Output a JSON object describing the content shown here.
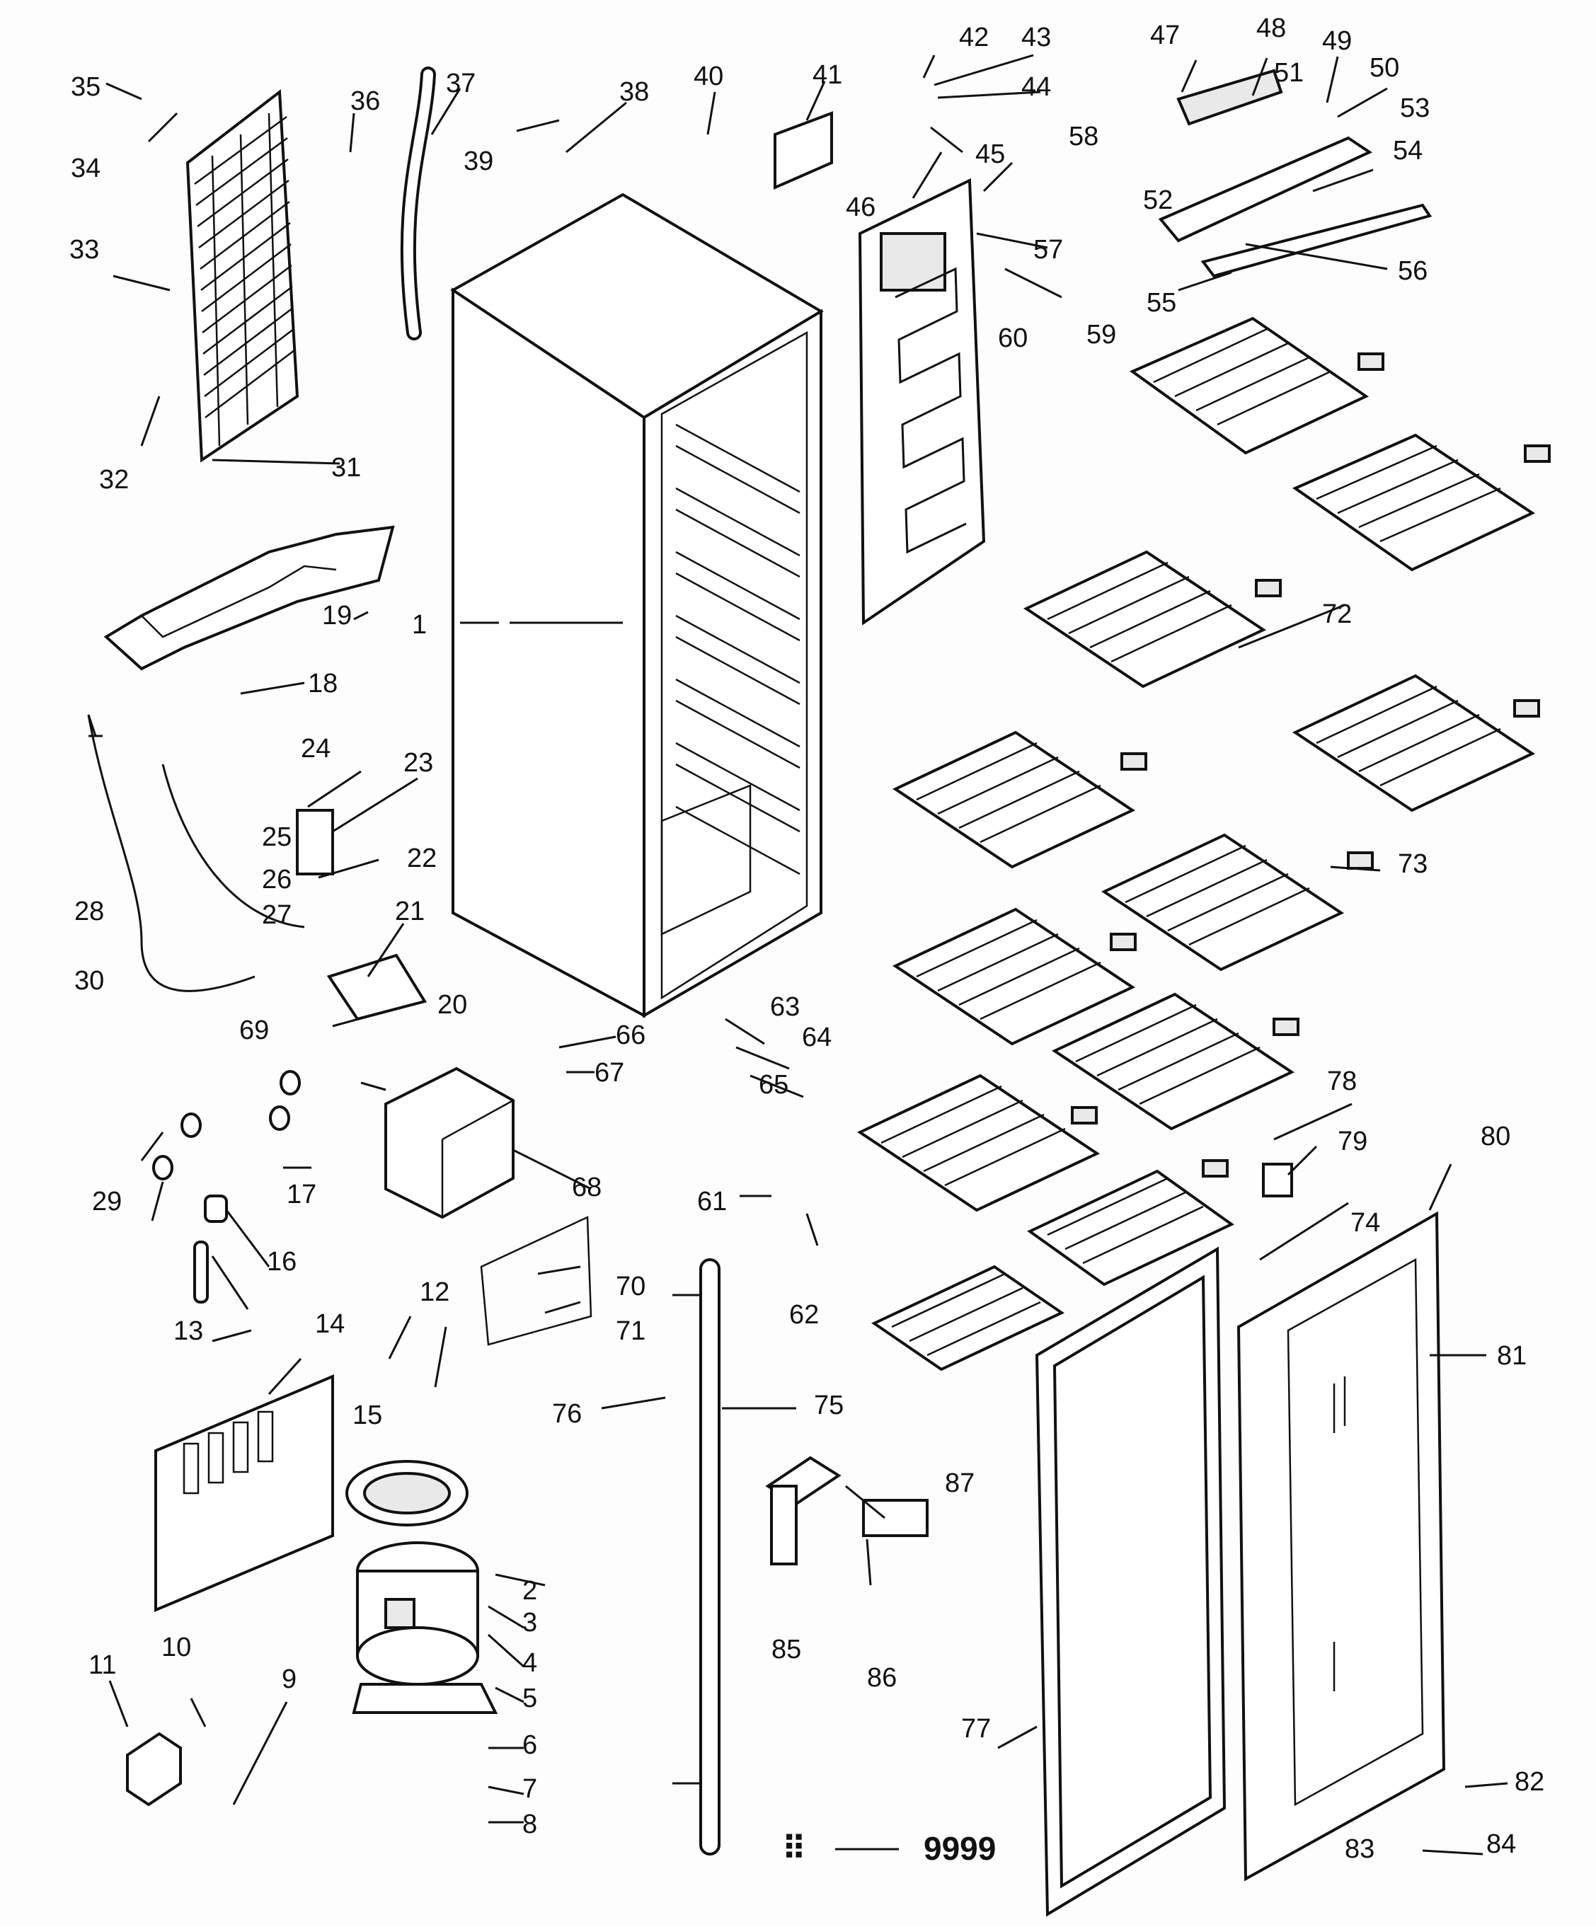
{
  "diagram": {
    "legend": {
      "symbol": "⠿",
      "text": "9999"
    },
    "parts": [
      {
        "id": "1",
        "label": "1"
      },
      {
        "id": "2",
        "label": "2"
      },
      {
        "id": "3",
        "label": "3"
      },
      {
        "id": "4",
        "label": "4"
      },
      {
        "id": "5",
        "label": "5"
      },
      {
        "id": "6",
        "label": "6"
      },
      {
        "id": "7",
        "label": "7"
      },
      {
        "id": "8",
        "label": "8"
      },
      {
        "id": "9",
        "label": "9"
      },
      {
        "id": "10",
        "label": "10"
      },
      {
        "id": "11",
        "label": "11"
      },
      {
        "id": "12",
        "label": "12"
      },
      {
        "id": "13",
        "label": "13"
      },
      {
        "id": "14",
        "label": "14"
      },
      {
        "id": "15",
        "label": "15"
      },
      {
        "id": "16",
        "label": "16"
      },
      {
        "id": "17",
        "label": "17"
      },
      {
        "id": "18",
        "label": "18"
      },
      {
        "id": "19",
        "label": "19"
      },
      {
        "id": "20",
        "label": "20"
      },
      {
        "id": "21",
        "label": "21"
      },
      {
        "id": "22",
        "label": "22"
      },
      {
        "id": "23",
        "label": "23"
      },
      {
        "id": "24",
        "label": "24"
      },
      {
        "id": "25",
        "label": "25"
      },
      {
        "id": "26",
        "label": "26"
      },
      {
        "id": "27",
        "label": "27"
      },
      {
        "id": "28",
        "label": "28"
      },
      {
        "id": "29",
        "label": "29"
      },
      {
        "id": "30",
        "label": "30"
      },
      {
        "id": "31",
        "label": "31"
      },
      {
        "id": "32",
        "label": "32"
      },
      {
        "id": "33",
        "label": "33"
      },
      {
        "id": "34",
        "label": "34"
      },
      {
        "id": "35",
        "label": "35"
      },
      {
        "id": "36",
        "label": "36"
      },
      {
        "id": "37",
        "label": "37"
      },
      {
        "id": "38",
        "label": "38"
      },
      {
        "id": "39",
        "label": "39"
      },
      {
        "id": "40",
        "label": "40"
      },
      {
        "id": "41",
        "label": "41"
      },
      {
        "id": "42",
        "label": "42"
      },
      {
        "id": "43",
        "label": "43"
      },
      {
        "id": "44",
        "label": "44"
      },
      {
        "id": "45",
        "label": "45"
      },
      {
        "id": "46",
        "label": "46"
      },
      {
        "id": "47",
        "label": "47"
      },
      {
        "id": "48",
        "label": "48"
      },
      {
        "id": "49",
        "label": "49"
      },
      {
        "id": "50",
        "label": "50"
      },
      {
        "id": "51",
        "label": "51"
      },
      {
        "id": "52",
        "label": "52"
      },
      {
        "id": "53",
        "label": "53"
      },
      {
        "id": "54",
        "label": "54"
      },
      {
        "id": "55",
        "label": "55"
      },
      {
        "id": "56",
        "label": "56"
      },
      {
        "id": "57",
        "label": "57"
      },
      {
        "id": "58",
        "label": "58"
      },
      {
        "id": "59",
        "label": "59"
      },
      {
        "id": "60",
        "label": "60"
      },
      {
        "id": "61",
        "label": "61"
      },
      {
        "id": "62",
        "label": "62"
      },
      {
        "id": "63",
        "label": "63"
      },
      {
        "id": "64",
        "label": "64"
      },
      {
        "id": "65",
        "label": "65"
      },
      {
        "id": "66",
        "label": "66"
      },
      {
        "id": "67",
        "label": "67"
      },
      {
        "id": "68",
        "label": "68"
      },
      {
        "id": "69",
        "label": "69"
      },
      {
        "id": "70",
        "label": "70"
      },
      {
        "id": "71",
        "label": "71"
      },
      {
        "id": "72",
        "label": "72"
      },
      {
        "id": "73",
        "label": "73"
      },
      {
        "id": "74",
        "label": "74"
      },
      {
        "id": "75",
        "label": "75"
      },
      {
        "id": "76",
        "label": "76"
      },
      {
        "id": "77",
        "label": "77"
      },
      {
        "id": "78",
        "label": "78"
      },
      {
        "id": "79",
        "label": "79"
      },
      {
        "id": "80",
        "label": "80"
      },
      {
        "id": "81",
        "label": "81"
      },
      {
        "id": "82",
        "label": "82"
      },
      {
        "id": "83",
        "label": "83"
      },
      {
        "id": "84",
        "label": "84"
      },
      {
        "id": "85",
        "label": "85"
      },
      {
        "id": "86",
        "label": "86"
      },
      {
        "id": "87",
        "label": "87"
      }
    ]
  }
}
